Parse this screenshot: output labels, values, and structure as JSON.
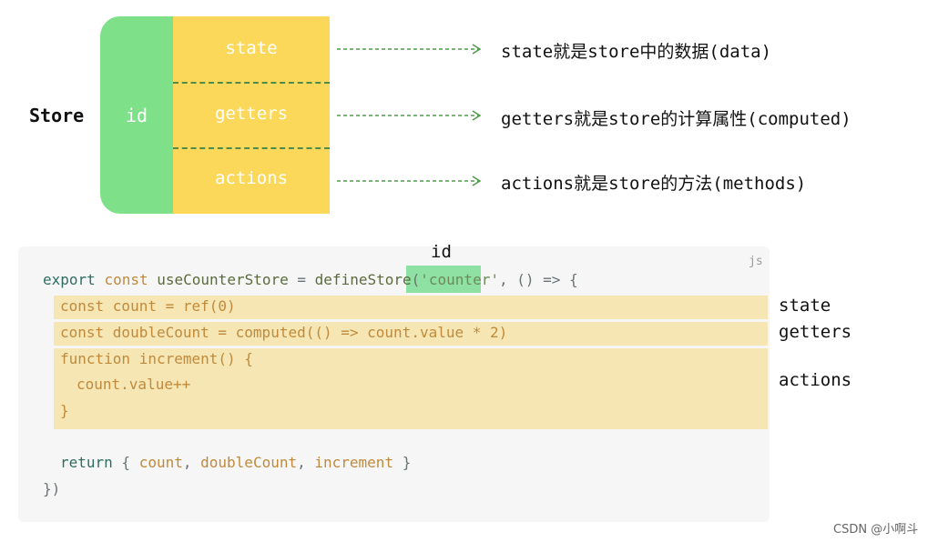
{
  "diagram": {
    "store_label": "Store",
    "id_label": "id",
    "cells": [
      "state",
      "getters",
      "actions"
    ],
    "descriptions": [
      "state就是store中的数据(data)",
      "getters就是store的计算属性(computed)",
      "actions就是store的方法(methods)"
    ]
  },
  "code": {
    "lang": "js",
    "id_annotation": "id",
    "line1": {
      "export": "export",
      "const": "const",
      "name": "useCounterStore",
      "eq": " = ",
      "define": "defineStore",
      "open": "(",
      "id_str": "'counter'",
      "rest": ", () => {"
    },
    "line2": "const count = ref(0)",
    "line3": "const doubleCount = computed(() => count.value * 2)",
    "line4": "function increment() {",
    "line5": "count.value++",
    "line6": "}",
    "line7": {
      "return": "return",
      "open": " { ",
      "count": "count",
      "comma1": ", ",
      "double": "doubleCount",
      "comma2": ", ",
      "inc": "increment",
      "close": " }"
    },
    "line8": "})"
  },
  "side_labels": [
    "state",
    "getters",
    "actions"
  ],
  "footer": "CSDN @小啊斗",
  "colors": {
    "green": "#7fe08a",
    "yellow": "#fcd85a",
    "code_highlight": "#f6e6b4",
    "arrow": "#4f9a4a"
  }
}
